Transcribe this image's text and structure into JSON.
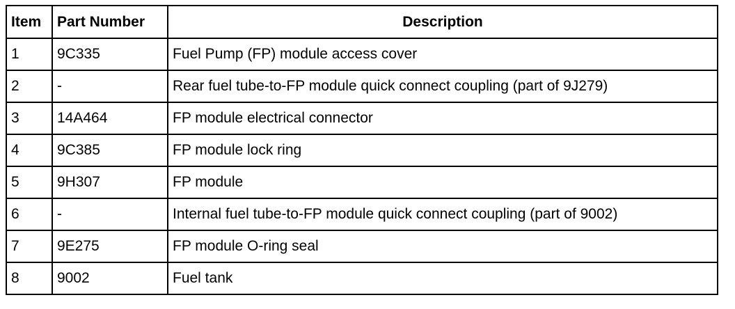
{
  "table": {
    "headers": {
      "item": "Item",
      "part_number": "Part Number",
      "description": "Description"
    },
    "rows": [
      {
        "item": "1",
        "part_number": "9C335",
        "description": "Fuel Pump (FP) module access cover"
      },
      {
        "item": "2",
        "part_number": "-",
        "description": "Rear fuel tube-to-FP module quick connect coupling (part of 9J279)"
      },
      {
        "item": "3",
        "part_number": "14A464",
        "description": "FP module electrical connector"
      },
      {
        "item": "4",
        "part_number": "9C385",
        "description": "FP module lock ring"
      },
      {
        "item": "5",
        "part_number": "9H307",
        "description": "FP module"
      },
      {
        "item": "6",
        "part_number": "-",
        "description": "Internal fuel tube-to-FP module quick connect coupling (part of 9002)"
      },
      {
        "item": "7",
        "part_number": "9E275",
        "description": "FP module O-ring seal"
      },
      {
        "item": "8",
        "part_number": "9002",
        "description": "Fuel tank"
      }
    ]
  }
}
